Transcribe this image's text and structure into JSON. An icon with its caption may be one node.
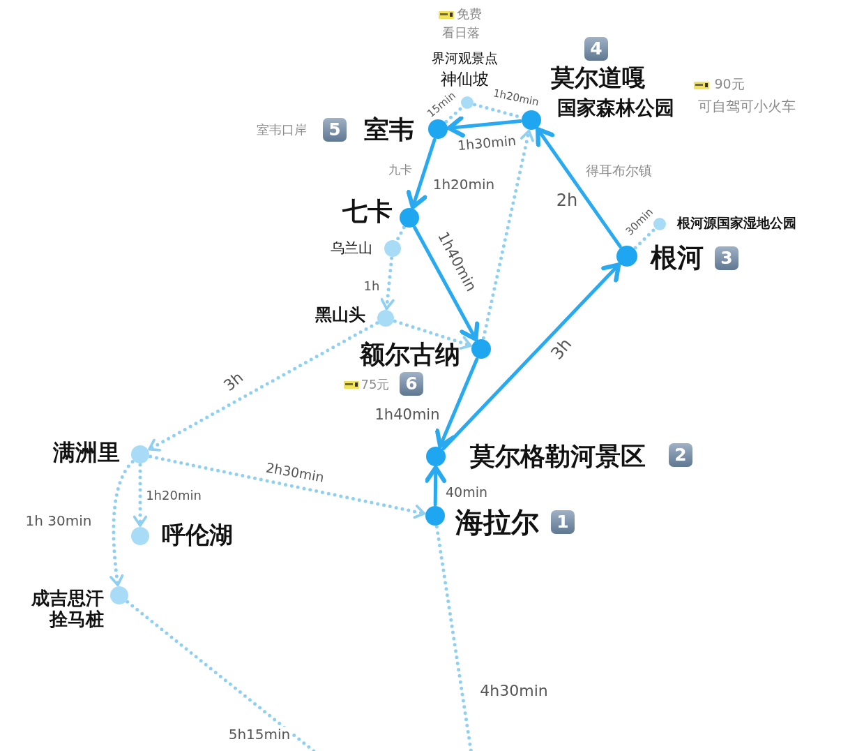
{
  "diagram": {
    "nodes": [
      {
        "text": [],
        "shape": "circle",
        "beside": [
          "室韦",
          "5",
          "室韦口岸"
        ]
      },
      {
        "text": [],
        "shape": "circle",
        "beside": [
          "界河观景点",
          "神仙坡",
          "免费",
          "看日落"
        ]
      },
      {
        "text": [],
        "shape": "circle",
        "beside": [
          "4",
          "莫尔道嘎",
          "国家森林公园",
          "90元",
          "可自驾可小火车"
        ]
      },
      {
        "text": [],
        "shape": "circle",
        "beside": [
          "七卡"
        ]
      },
      {
        "text": [],
        "shape": "circle",
        "beside": [
          "乌兰山"
        ]
      },
      {
        "text": [],
        "shape": "circle",
        "beside": [
          "黑山头"
        ]
      },
      {
        "text": [],
        "shape": "circle",
        "beside": [
          "额尔古纳",
          "6",
          "75元"
        ]
      },
      {
        "text": [],
        "shape": "circle",
        "beside": [
          "根河源国家湿地公园"
        ]
      },
      {
        "text": [],
        "shape": "circle",
        "beside": [
          "根河",
          "3"
        ]
      },
      {
        "text": [],
        "shape": "circle",
        "beside": [
          "满洲里"
        ]
      },
      {
        "text": [],
        "shape": "circle",
        "beside": [
          "呼伦湖"
        ]
      },
      {
        "text": [],
        "shape": "circle",
        "beside": [
          "成吉思汗拴马桩"
        ]
      },
      {
        "text": [],
        "shape": "circle",
        "beside": [
          "莫尔格勒河景区",
          "2"
        ]
      },
      {
        "text": [],
        "shape": "circle",
        "beside": [
          "海拉尔",
          "1"
        ]
      }
    ],
    "edges": [
      {
        "from": 2,
        "to": 0,
        "arrow": "to",
        "label": "1h30min",
        "color": "#29a9ef"
      },
      {
        "from": 0,
        "to": 1,
        "arrow": "none",
        "label": "15min",
        "style": "dashed"
      },
      {
        "from": 1,
        "to": 2,
        "arrow": "none",
        "label": "1h20min",
        "style": "dashed"
      },
      {
        "from": 0,
        "to": 3,
        "arrow": "to",
        "label": "1h20min",
        "color": "#29a9ef"
      },
      {
        "from": 3,
        "to": 6,
        "arrow": "to",
        "label": "1h40min",
        "color": "#29a9ef"
      },
      {
        "from": 3,
        "to": 4,
        "arrow": "none",
        "style": "dashed"
      },
      {
        "from": 4,
        "to": 5,
        "arrow": "to",
        "label": "1h",
        "style": "dashed"
      },
      {
        "from": 5,
        "to": 6,
        "arrow": "to",
        "style": "dashed"
      },
      {
        "from": 6,
        "to": 2,
        "arrow": "to",
        "style": "dashed"
      },
      {
        "from": 8,
        "to": 2,
        "arrow": "to",
        "label": "2h",
        "color": "#29a9ef"
      },
      {
        "from": 8,
        "to": 7,
        "arrow": "none",
        "label": "30min",
        "style": "dashed"
      },
      {
        "from": 12,
        "to": 8,
        "arrow": "to",
        "label": "3h",
        "color": "#29a9ef"
      },
      {
        "from": 6,
        "to": 12,
        "arrow": "to",
        "label": "1h40min",
        "color": "#29a9ef"
      },
      {
        "from": 13,
        "to": 12,
        "arrow": "to",
        "label": "40min",
        "color": "#29a9ef"
      },
      {
        "from": 5,
        "to": 9,
        "arrow": "to",
        "label": "3h",
        "style": "dashed"
      },
      {
        "from": 9,
        "to": 13,
        "arrow": "to",
        "label": "2h30min",
        "style": "dashed"
      },
      {
        "from": 9,
        "to": 10,
        "arrow": "to",
        "label": "1h20min",
        "style": "dashed"
      },
      {
        "from": 9,
        "to": 11,
        "arrow": "to",
        "label": "1h 30min",
        "style": "dashed"
      },
      {
        "from": 11,
        "to": null,
        "arrow": "none",
        "label": "5h15min",
        "style": "dashed"
      },
      {
        "from": 13,
        "to": null,
        "arrow": "none",
        "label": "4h30min",
        "style": "dashed"
      }
    ],
    "labels": [
      "九卡",
      "得耳布尔镇"
    ]
  }
}
